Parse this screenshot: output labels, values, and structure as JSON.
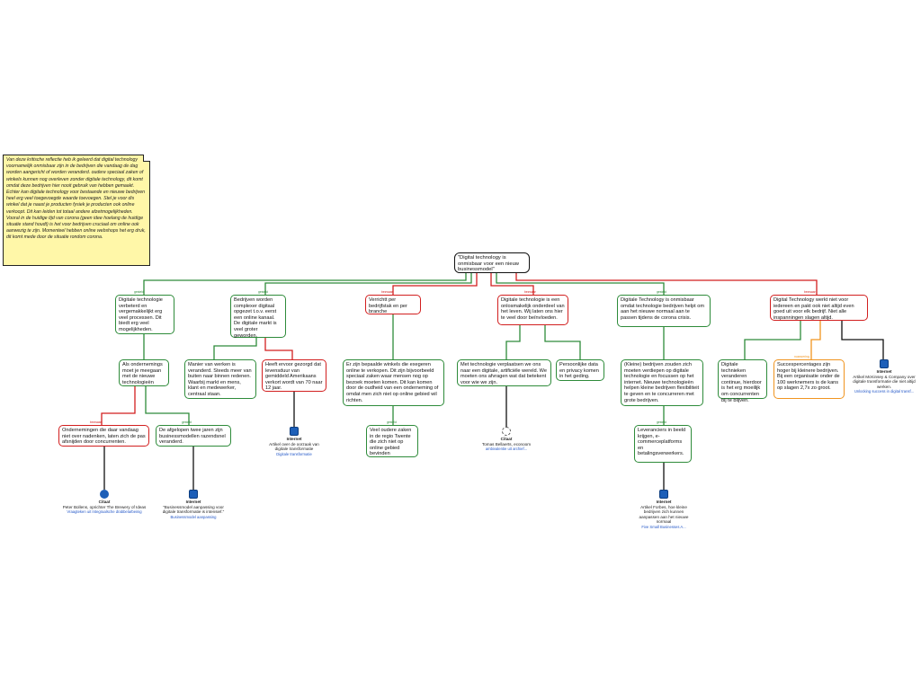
{
  "note": "Van deze kritische reflectie heb ik geleerd dat digital technology voornamelijk onmisbaar zijn in de bedrijven die vandaag de dag worden aangericht of worden veranderd. oudere speciaal zaken of winkels kunnen nog overleven zonder digitale technology, dit komt omdat deze bedrijven hier nooit gebruik van hebben gemaakt. Echter kan digitale technology voor bestaande en nieuwe bedrijven heel erg veel toegevoegde waarde toevoegen. Stel je voor dis winkel dat je naast je producten fysiek je producten ook online verkoopt. Dit kan leiden tot totaal andere afzetmogelijkheden. Vooral in de huidige tijd van corona (geen idee hoelang de huidige situatie stand houdt) is het voor bedrijven cruciaal om online ook aanwezig te zijn. Momenteel hebben online webshops het erg druk, dit komt mede door de situatie rondom corona.",
  "root": "\"Digital technology is onmisbaar voor een nieuw businessmodel\"",
  "labels": {
    "green": "gesteld",
    "red": "bezwaar",
    "orange": "nuancering"
  },
  "nodes": {
    "n1": "Digitale technologie verbeterd en vergemakkelijkt erg veel processen. Dit biedt erg veel mogelijkheden.",
    "n1a": "Als ondernemings moet je meegaan met de nieuwe technologieën",
    "n1a1": "Ondernemingen die daar vandaag niet over nadenken, laten zich de pas afsnijden door concurrenten.",
    "n1a2": "De afgelopen twee jaren zijn businessmodellen razendsnel veranderd.",
    "n2": "Bedrijven worden complexer digitaal opgezet t.o.v. eerst een online kanaal. De digitale markt is veel groter geworden.",
    "n2a": "Manier van werken is veranderd. Steeds meer van buiten naar binnen redenen. Waarbij markt en mens, klant en medewerker, centraal staan.",
    "n2b": "Heeft ervoor gezorgd dat levensduur van gemiddeld Amerikaans verkort wordt van 70 naar 12 jaar.",
    "n3": "Verrichtt per bedrijfstak en per branche",
    "n3a": "Er zijn bepaalde winkels die exegeren online te verkopen. Dit zijn bijvoorbeeld speciaal zaken waar mensen nog op bezoek moeten komen. Dit kan komen door de oudheid van een onderneming of omdat men zich niet op online gebied wil richten.",
    "n3a1": "Veel oudere zaken in de regio Twente die zich niet op online gebied bevinden",
    "n4": "Digitale technologie is een onlosmakelijk onderdeel van het leven. Wij laten ons hier te veel door beïnvloeden.",
    "n4a": "Met technologie verplaatsen we ons naar een digitale, artificiële wereld. We moeten ons afvragen wat dat betekent voor wie we zijn.",
    "n4b": "Persoonlijke data en privacy komen in het geding.",
    "n5": "Digitale Technology is onmisbaar omdat technologie bedrijven helpt om aan het nieuwe normaal aan te passen tijdens de corona crisis.",
    "n5a": "(Kleine) bedrijven zouden zich moeten verdiepen op digitale technologie en focussen op het internet. Nieuwe technologieën helpen kleine bedrijven flexibiliteit te geven en te concurreren met grote bedrijven.",
    "n5a1": "Leveranciers in beeld krijgen, e-commerceplatforms en betalingsverwerkers.",
    "n6": "Digital Technology werkt niet voor iedereen en pakt ook niet altijd even goed uit voor elk bedrijf. Niet alle inspanningen slagen altijd.",
    "n6a": "Digitale technieken veranderen continue, hierdoor is het erg moeilijk om concurrenten bij te blijven.",
    "n6b": "Succespercentages zijn hoger bij kleinere bedrijven. Bij een organisatie onder de 100 werknemers is de kans op slagen 2,7x zo groot."
  },
  "sources": {
    "s1": {
      "type": "Citaat",
      "text": "Peter Bollens, oprichter The Brewery of Ideas",
      "link": "Vraagteken uit Integraalsche drabbelarbeinig"
    },
    "s2": {
      "type": "Internet",
      "text": "\"Businessmodel aanpassing voor digitale transformatie is intensief.\"",
      "link": "Businessmodel aanpassing"
    },
    "s3": {
      "type": "Internet",
      "text": "Artikel over de oorzaak van digitale transformatie",
      "link": "Digitale transformatie"
    },
    "s4": {
      "type": "Citaat",
      "text": "Tomas Bellaerts, econoom",
      "link": "ambivalentie uit archief..."
    },
    "s5": {
      "type": "Internet",
      "text": "Artikel Forbes, hoe kleine bedrijven zich kunnen aanpassen aan het nieuwe normaal",
      "link": "Five Small Businesses A..."
    },
    "s6": {
      "type": "Internet",
      "text": "Artikel McKinsey & Company over digitale transformatie die niet altijd werken.",
      "link": "Unlocking success in digital transf..."
    }
  }
}
